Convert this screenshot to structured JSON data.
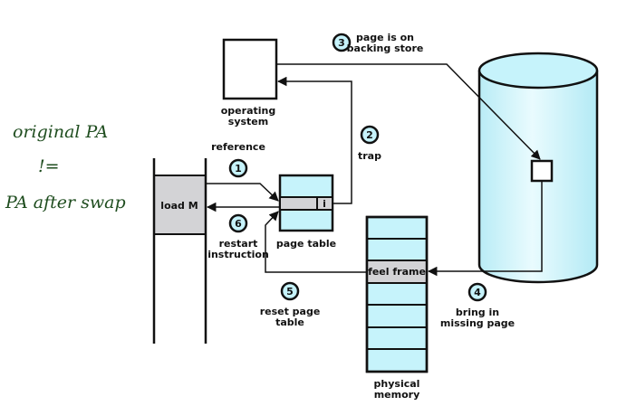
{
  "annotation": {
    "line1": "original PA",
    "line2": "!=",
    "line3": "PA after swap",
    "color": "#1f4d1f"
  },
  "instruction_box": {
    "label": "load M"
  },
  "operating_system": {
    "label_line1": "operating",
    "label_line2": "system"
  },
  "page_table": {
    "label": "page table",
    "entry_bit": "i"
  },
  "physical_memory": {
    "free_frame_label": "feel frame",
    "label_line1": "physical",
    "label_line2": "memory",
    "frame_count": 7
  },
  "backing_store": {
    "description": "disk cylinder"
  },
  "steps": [
    {
      "number": "1",
      "label_line1": "reference",
      "label_line2": ""
    },
    {
      "number": "2",
      "label_line1": "trap",
      "label_line2": ""
    },
    {
      "number": "3",
      "label_line1": "page is on",
      "label_line2": "backing store"
    },
    {
      "number": "4",
      "label_line1": "bring in",
      "label_line2": "missing page"
    },
    {
      "number": "5",
      "label_line1": "reset page",
      "label_line2": "table"
    },
    {
      "number": "6",
      "label_line1": "restart",
      "label_line2": "instruction"
    }
  ],
  "colors": {
    "accent_fill": "#c6f3fb",
    "gray_fill": "#d3d3d6",
    "stroke": "#111111"
  }
}
